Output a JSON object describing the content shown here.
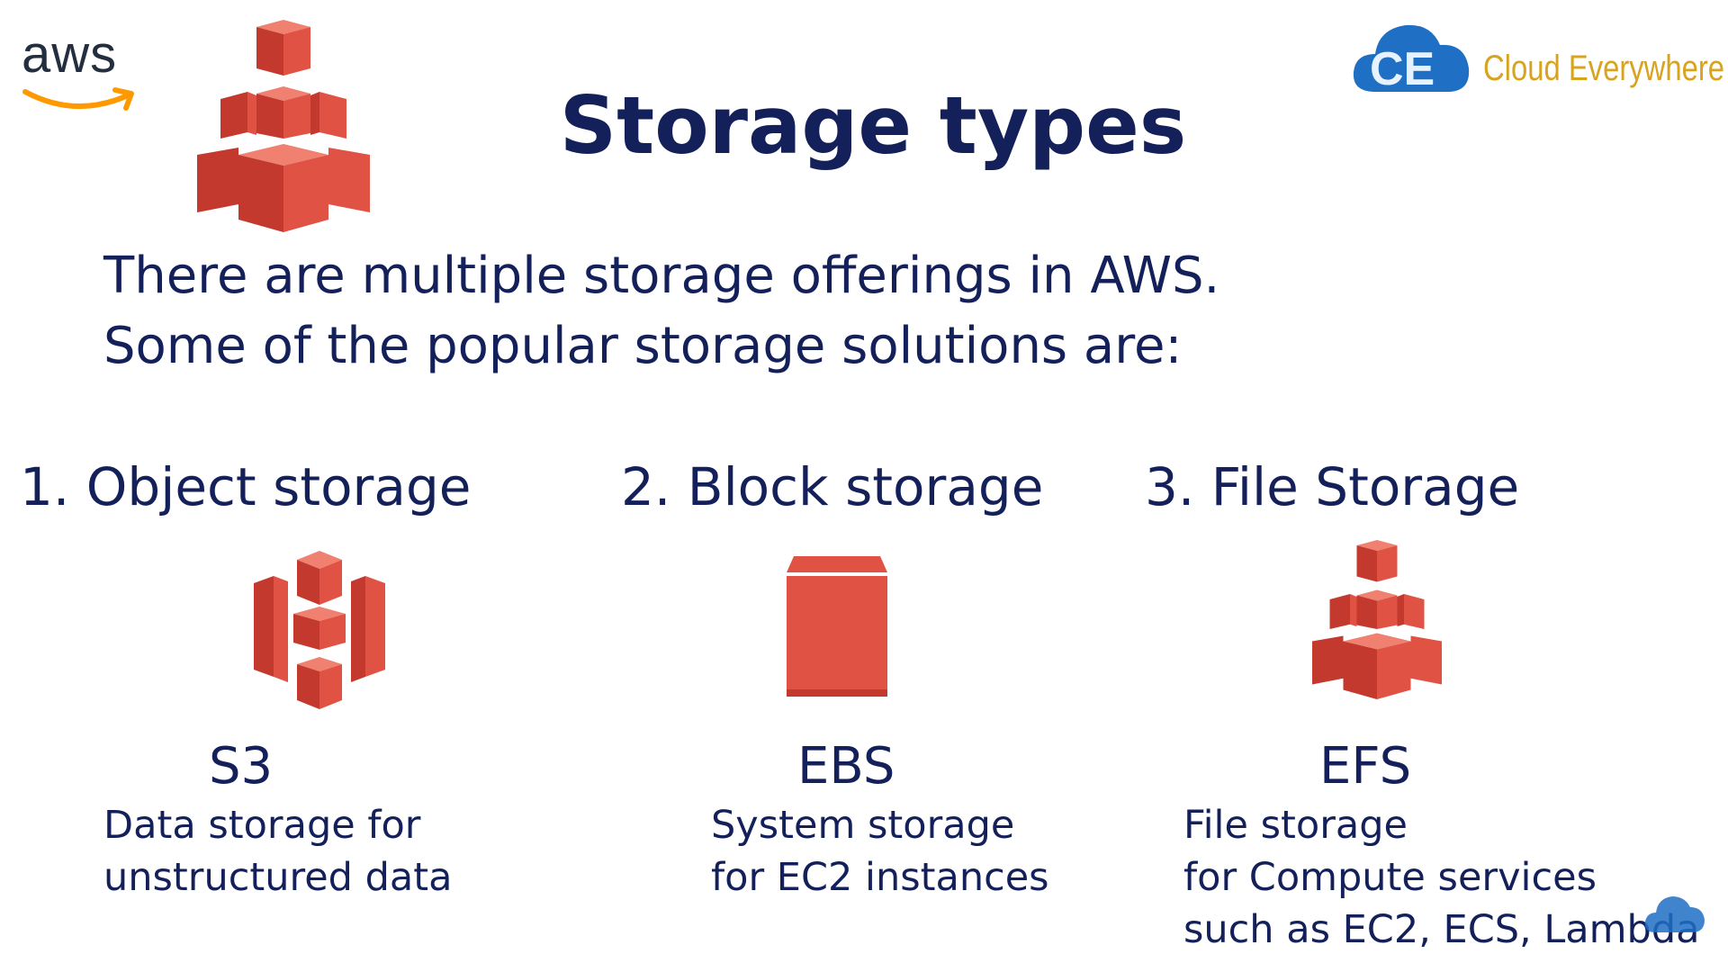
{
  "header": {
    "aws_logo_text": "aws",
    "brand_name": "Cloud Everywhere",
    "brand_badge": "CE",
    "title": "Storage types"
  },
  "intro": {
    "line1": "There are multiple storage offerings in AWS.",
    "line2": "Some of the popular storage solutions are:"
  },
  "storage_types": [
    {
      "heading": "1. Object storage",
      "icon": "s3-bucket-icon",
      "service": "S3",
      "description": [
        "Data storage for",
        "unstructured data"
      ]
    },
    {
      "heading": "2. Block storage",
      "icon": "ebs-volume-icon",
      "service": "EBS",
      "description": [
        "System storage",
        "for EC2 instances"
      ]
    },
    {
      "heading": "3. File Storage",
      "icon": "efs-cubes-icon",
      "service": "EFS",
      "description": [
        "File storage",
        "for Compute services",
        "such as EC2, ECS, Lambda"
      ]
    }
  ],
  "colors": {
    "title_navy": "#14205a",
    "aws_orange": "#ff9900",
    "aws_red": "#e05243",
    "brand_blue": "#1f6fc4",
    "brand_gold": "#d8a41f"
  }
}
